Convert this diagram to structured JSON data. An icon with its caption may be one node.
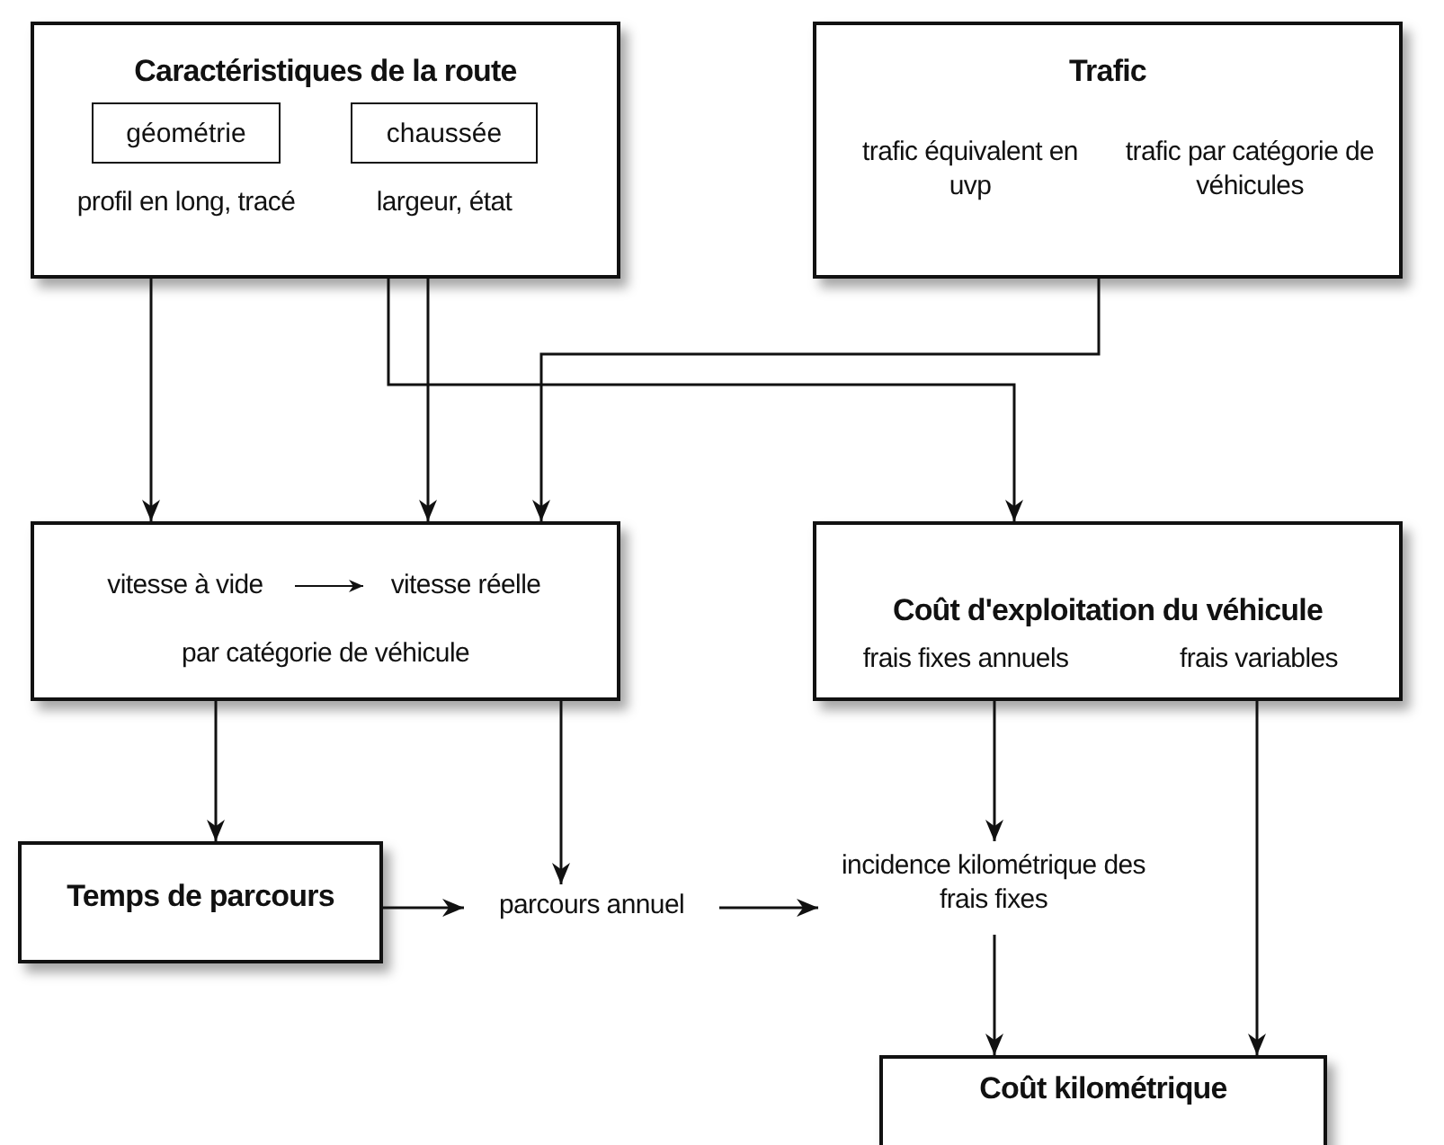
{
  "diagram": {
    "nodes": [
      {
        "text": [
          "Caractéristiques de la route"
        ]
      },
      {
        "text": [
          "géométrie"
        ],
        "in": 0,
        "beside": [
          "profil en long, tracé"
        ]
      },
      {
        "text": [
          "chaussée"
        ],
        "in": 0,
        "beside": [
          "largeur, état"
        ]
      },
      {
        "text": [
          "Trafic",
          "trafic équivalent en uvp",
          "trafic par catégorie de véhicules"
        ]
      },
      {
        "text": [
          "par catégorie de véhicule"
        ]
      },
      {
        "text": [
          "vitesse à vide"
        ],
        "in": 4
      },
      {
        "text": [
          "vitesse réelle"
        ],
        "in": 4
      },
      {
        "text": [
          "Coût d'exploitation du véhicule",
          "frais fixes annuels",
          "frais variables"
        ]
      },
      {
        "text": [
          "Temps de parcours"
        ]
      },
      {
        "text": [
          "parcours annuel"
        ]
      },
      {
        "text": [
          "incidence kilométrique des frais fixes"
        ]
      },
      {
        "text": [
          "Coût kilométrique"
        ]
      }
    ],
    "edges": [
      {
        "from": 0,
        "to": 4,
        "arrow": "to"
      },
      {
        "from": 0,
        "to": 4,
        "arrow": "to"
      },
      {
        "from": 0,
        "to": 7,
        "arrow": "to"
      },
      {
        "from": 3,
        "to": 4,
        "arrow": "to"
      },
      {
        "from": 5,
        "to": 6,
        "arrow": "to"
      },
      {
        "from": 4,
        "to": 8,
        "arrow": "to"
      },
      {
        "from": 4,
        "to": 9,
        "arrow": "to"
      },
      {
        "from": 8,
        "to": 9,
        "arrow": "to"
      },
      {
        "from": 9,
        "to": 10,
        "arrow": "to"
      },
      {
        "from": 7,
        "to": 10,
        "arrow": "to"
      },
      {
        "from": 10,
        "to": 11,
        "arrow": "to"
      },
      {
        "from": 7,
        "to": 11,
        "arrow": "to"
      }
    ]
  }
}
